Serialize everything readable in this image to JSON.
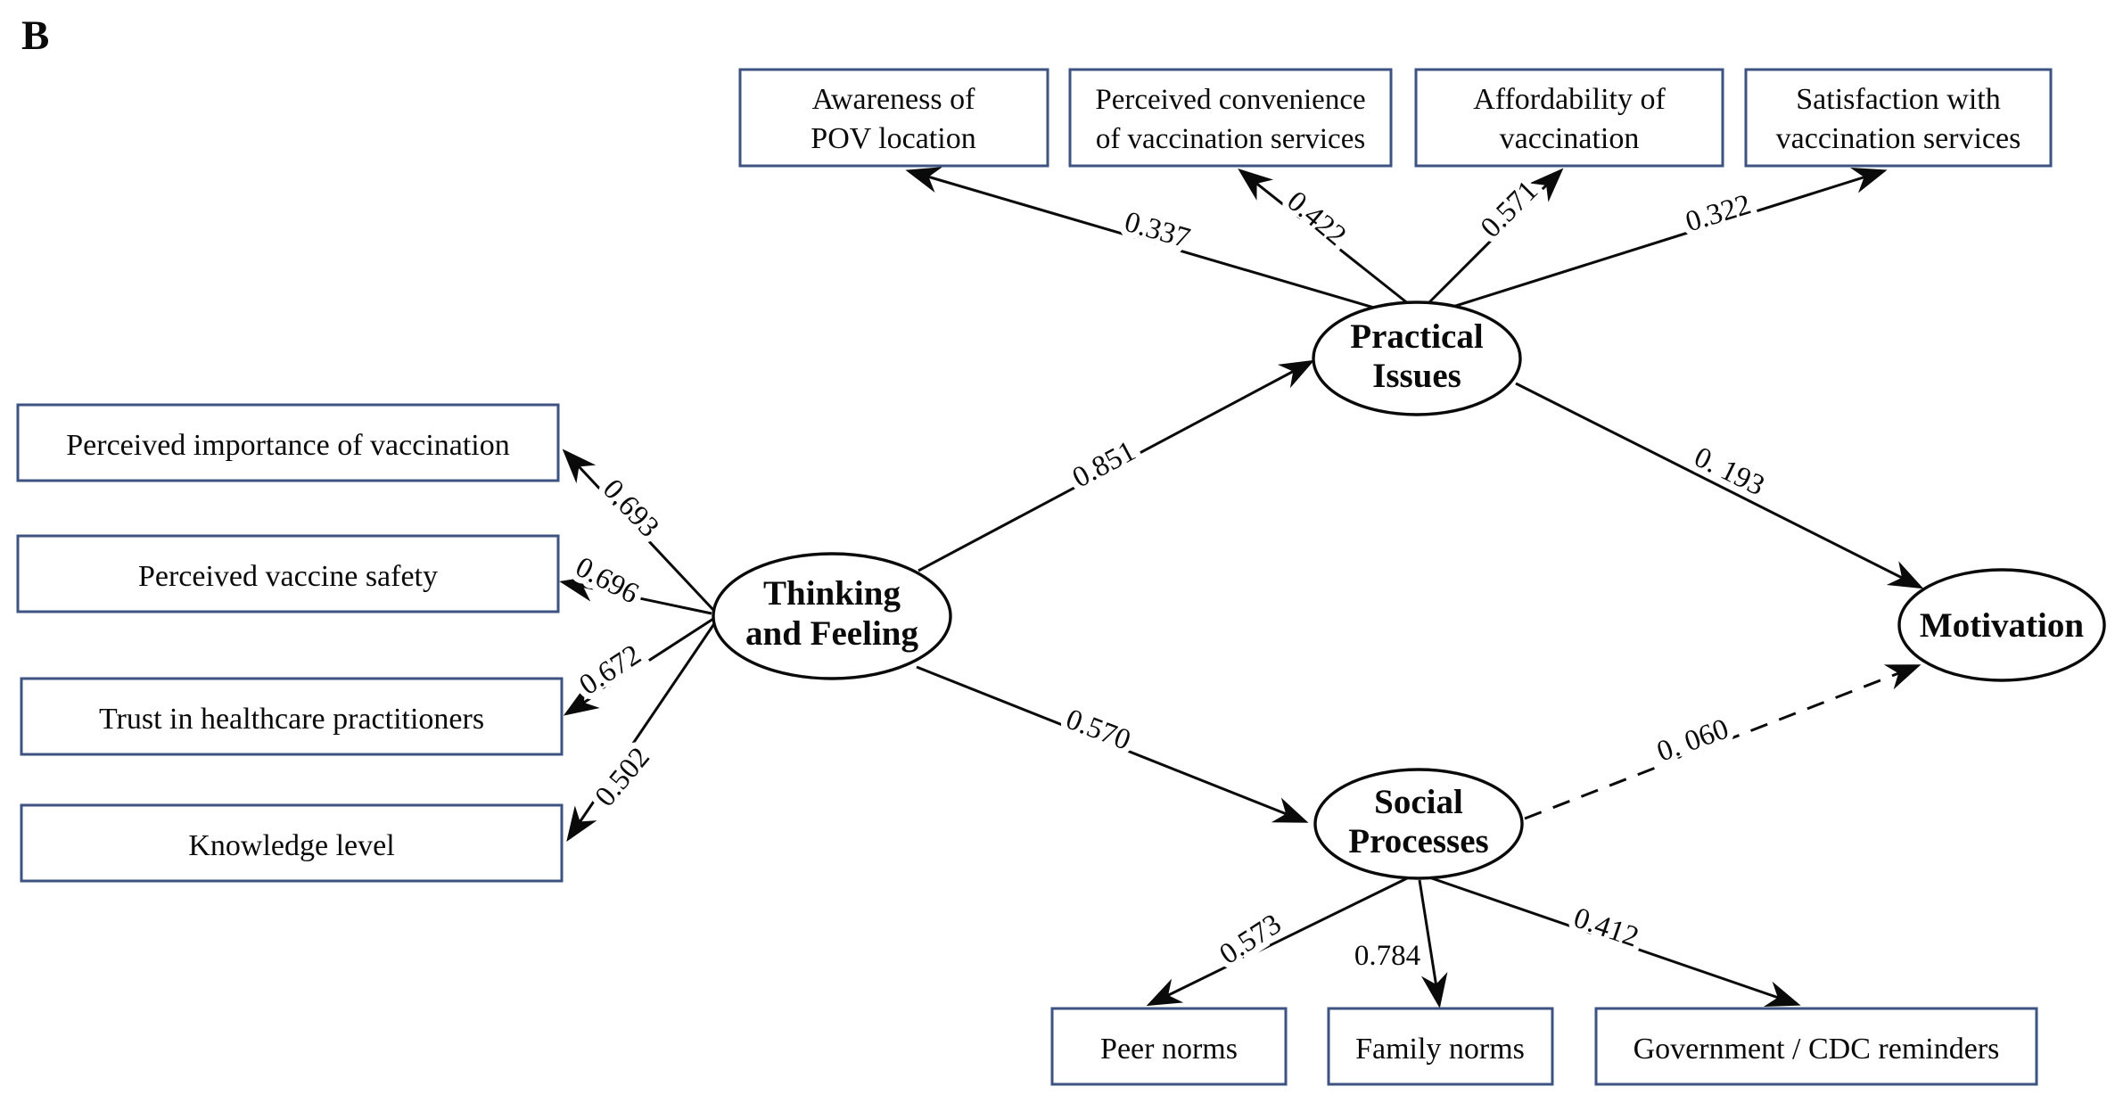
{
  "figure": {
    "panel_label": "B",
    "type": "structural-equation-model-path-diagram"
  },
  "colors": {
    "box_border": "#3d5381",
    "line": "#0a0a0a",
    "text": "#0a0a0a",
    "background": "#ffffff"
  },
  "latents": {
    "thinking_feeling": {
      "line1": "Thinking",
      "line2": "and Feeling"
    },
    "practical_issues": {
      "line1": "Practical",
      "line2": "Issues"
    },
    "social_processes": {
      "line1": "Social",
      "line2": "Processes"
    },
    "motivation": {
      "label": "Motivation"
    }
  },
  "indicators": {
    "top": [
      {
        "line1": "Awareness of",
        "line2": "POV location",
        "loading": "0.337"
      },
      {
        "line1": "Perceived convenience",
        "line2": "of vaccination services",
        "loading": "0.422"
      },
      {
        "line1": "Affordability of",
        "line2": "vaccination",
        "loading": "0.571"
      },
      {
        "line1": "Satisfaction with",
        "line2": "vaccination services",
        "loading": "0.322"
      }
    ],
    "left": [
      {
        "label": "Perceived importance of vaccination",
        "loading": "0.693"
      },
      {
        "label": "Perceived vaccine safety",
        "loading": "0.696"
      },
      {
        "label": "Trust in healthcare practitioners",
        "loading": "0.672"
      },
      {
        "label": "Knowledge level",
        "loading": "0.502"
      }
    ],
    "bottom": [
      {
        "label": "Peer norms",
        "loading": "0.573"
      },
      {
        "label": "Family norms",
        "loading": "0.784"
      },
      {
        "label": "Government / CDC reminders",
        "loading": "0.412"
      }
    ]
  },
  "paths": [
    {
      "from": "Thinking and Feeling",
      "to": "Practical Issues",
      "coefficient": "0.851",
      "style": "solid"
    },
    {
      "from": "Thinking and Feeling",
      "to": "Social Processes",
      "coefficient": "0.570",
      "style": "solid"
    },
    {
      "from": "Practical Issues",
      "to": "Motivation",
      "coefficient": "0. 193",
      "style": "solid"
    },
    {
      "from": "Social Processes",
      "to": "Motivation",
      "coefficient": "0. 060",
      "style": "dashed"
    }
  ]
}
